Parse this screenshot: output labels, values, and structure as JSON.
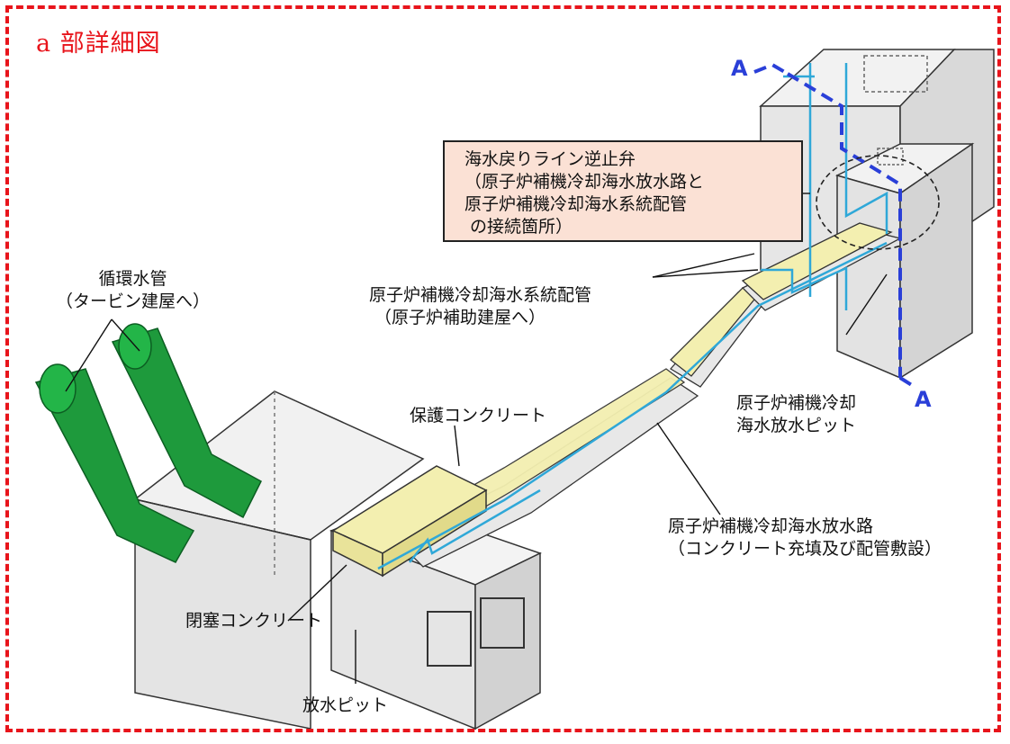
{
  "title": "a 部詳細図",
  "callout": {
    "lines": [
      "海水戻りライン逆止弁",
      "（原子炉補機冷却海水放水路と",
      "原子炉補機冷却海水系統配管",
      "の接続箇所）"
    ]
  },
  "labels": {
    "circulating_pipe": [
      "循環水管",
      "（タービン建屋へ）"
    ],
    "ccw_piping": [
      "原子炉補機冷却海水系統配管",
      "（原子炉補助建屋へ）"
    ],
    "protective_concrete": "保護コンクリート",
    "discharge_channel": [
      "原子炉補機冷却海水放水路",
      "（コンクリート充填及び配管敷設）"
    ],
    "discharge_pit_ccw": [
      "原子炉補機冷却",
      "海水放水ピット"
    ],
    "plug_concrete": "閉塞コンクリート",
    "discharge_pit": "放水ピット"
  },
  "section_marks": [
    "A",
    "A"
  ],
  "colors": {
    "frame": "#e8141b",
    "concrete_fill": "#ececec",
    "yellow_concrete": "#f3efb0",
    "green_pipe": "#1e9a3c",
    "cyan_pipe": "#2fa8d8",
    "section_line": "#2a3fd8"
  }
}
